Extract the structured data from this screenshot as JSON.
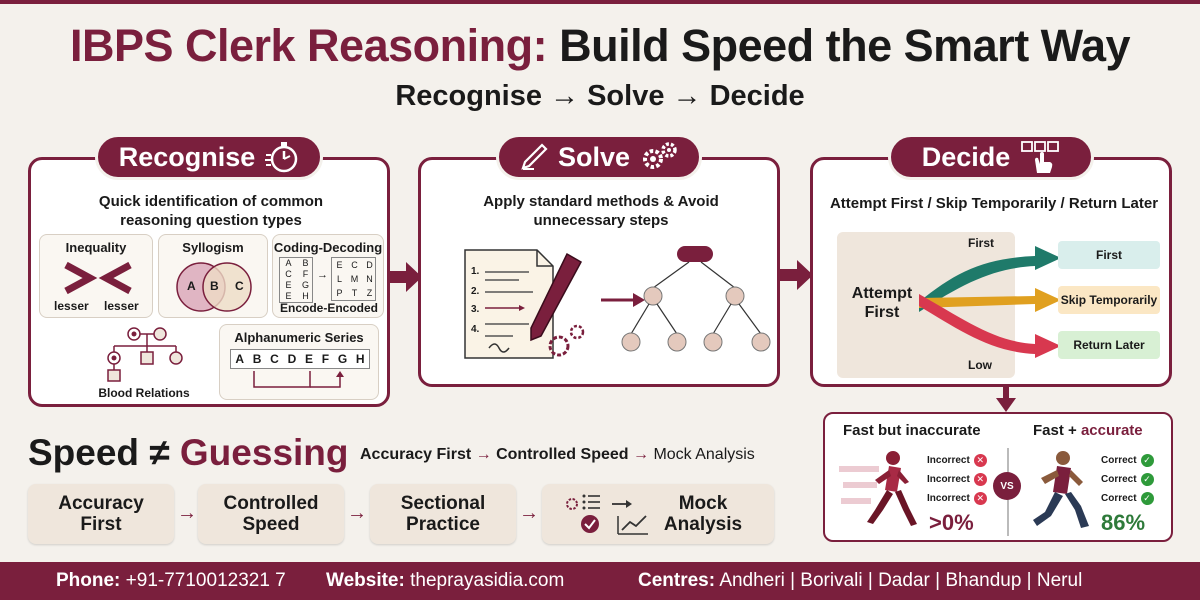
{
  "header": {
    "title_part1": "IBPS Clerk Reasoning:",
    "title_part2": "Build Speed the Smart Way",
    "subtitle": "Recognise → Solve → Decide"
  },
  "recognise": {
    "label": "Recognise",
    "description": "Quick identification of common reasoning question types",
    "inequality": {
      "title": "Inequality",
      "left": "lesser",
      "right": "lesser"
    },
    "syllogism": {
      "title": "Syllogism",
      "a": "A",
      "b": "B",
      "c": "C"
    },
    "coding": {
      "title": "Coding-Decoding",
      "left_grid": [
        "A",
        "B",
        "C",
        "F",
        "E",
        "G",
        "E",
        "H"
      ],
      "right_grid": [
        "E",
        "C",
        "D",
        "L",
        "M",
        "N",
        "P",
        "T",
        "Z"
      ],
      "caption": "Encode-Encoded"
    },
    "blood": {
      "title": "Blood Relations"
    },
    "alnum": {
      "title": "Alphanumeric Series",
      "letters": [
        "A",
        "B",
        "C",
        "D",
        "E",
        "F",
        "G",
        "H"
      ]
    }
  },
  "solve": {
    "label": "Solve",
    "description": "Apply standard methods & Avoid unnecessary steps",
    "list_numbers": [
      "1.",
      "2.",
      "3.",
      "4."
    ]
  },
  "decide": {
    "label": "Decide",
    "description": "Attempt First / Skip Temporarily / Return Later",
    "source_label": "Attempt First",
    "top_label": "First",
    "bottom_label": "Low",
    "options": [
      "First",
      "Skip Temporarily",
      "Return Later"
    ]
  },
  "comparison": {
    "left_title": "Fast but inaccurate",
    "right_title_part1": "Fast + ",
    "right_title_part2": "accurate",
    "vs": "VS",
    "left_rows": [
      "Incorrect",
      "Incorrect",
      "Incorrect"
    ],
    "right_rows": [
      "Correct",
      "Correct",
      "Correct"
    ],
    "left_pct": ">0%",
    "right_pct": "86%"
  },
  "speed": {
    "title_part1": "Speed ≠ ",
    "title_part2": "Guessing",
    "flow_1": "Accuracy First",
    "flow_2": "Controlled Speed",
    "flow_3": "Mock Analysis",
    "steps": [
      "Accuracy First",
      "Controlled Speed",
      "Sectional Practice",
      "Mock Analysis"
    ]
  },
  "footer": {
    "phone_label": "Phone:",
    "phone": "+91-7710012321 7",
    "website_label": "Website:",
    "website": "theprayasidia.com",
    "centres_label": "Centres:",
    "centres": "Andheri | Borivali | Dadar | Bhandup | Nerul"
  },
  "colors": {
    "brand": "#7a1f3d",
    "teal": "#1f7a6a",
    "amber": "#e0a020",
    "red": "#d8384f",
    "green": "#2e9a3a"
  }
}
